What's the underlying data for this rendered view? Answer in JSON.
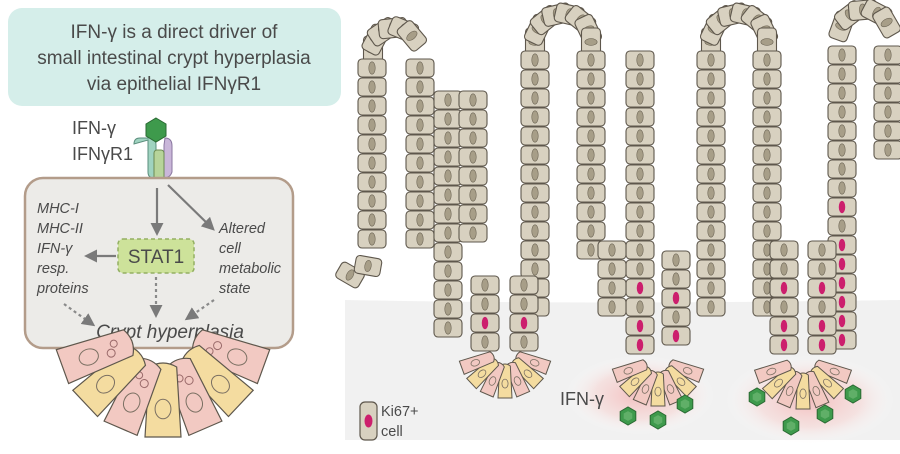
{
  "title": {
    "line1": "IFN-γ is a direct driver of",
    "line2": "small intestinal crypt hyperplasia",
    "line3": "via epithelial IFNγR1"
  },
  "receptor": {
    "ligand_label": "IFN-γ",
    "receptor_label": "IFNγR1"
  },
  "pathway": {
    "stat1": "STAT1",
    "left_targets": [
      "MHC-I",
      "MHC-II",
      "IFN-γ",
      "resp.",
      "proteins"
    ],
    "right_targets": [
      "Altered",
      "cell",
      "metabolic",
      "state"
    ],
    "outcome": "Crypt hyperplasia"
  },
  "tissue": {
    "ifng_label": "IFN-γ",
    "legend_line1": "Ki67+",
    "legend_line2": "cell"
  },
  "colors": {
    "title_box": "#d5eeea",
    "cell_fill": "#d8d1c0",
    "cell_stroke": "#5e574c",
    "nucleus": "#a79e88",
    "ki67_nucleus": "#cc1f6d",
    "paneth": "#f2c9c2",
    "stem": "#f4dca0",
    "ifng_hexagon": "#3e9a4c",
    "stat1_box": "#cde29a",
    "cell_box": "#ecebe8"
  }
}
